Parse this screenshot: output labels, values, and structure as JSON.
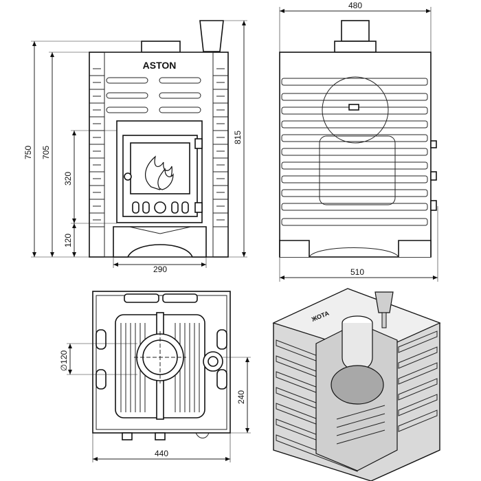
{
  "drawing": {
    "brand": "ASTON",
    "brand_3d": "ЖОТА",
    "dimensions": {
      "top_width": "480",
      "height_total": "750",
      "height_body": "705",
      "height_full": "815",
      "door_height": "320",
      "door_bottom": "120",
      "door_width": "290",
      "side_depth": "510",
      "flue_diameter": "∅120",
      "flue_offset": "240",
      "top_width_plan": "440"
    }
  }
}
